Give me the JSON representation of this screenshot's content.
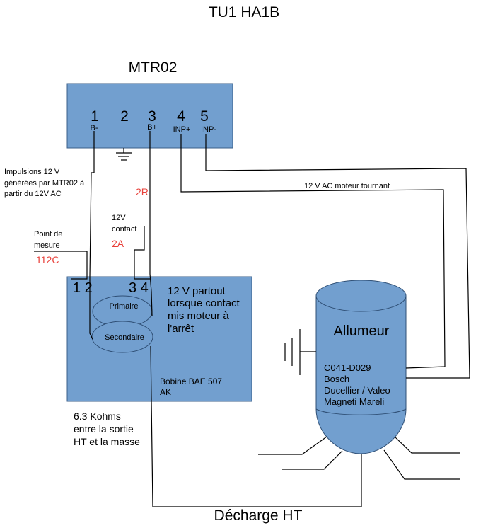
{
  "title": "TU1  HA1B",
  "mtr": {
    "name": "MTR02",
    "pins": [
      "1",
      "2",
      "3",
      "4",
      "5"
    ],
    "sub_labels": [
      "B-",
      "B+",
      "INP+",
      "INP-"
    ]
  },
  "notes": {
    "impulsions": [
      "Impulsions  12 V",
      "générées par MTR02 à",
      "partir du 12V AC"
    ],
    "wire_2r": "2R",
    "contact_12v": [
      "12V",
      "contact"
    ],
    "wire_2a": "2A",
    "point_mesure": [
      "Point de",
      "mesure"
    ],
    "wire_112c": "112C",
    "ac_label": "12 V AC moteur tournant",
    "resistance": [
      "6.3 Kohms",
      "entre la sortie",
      "HT et la masse"
    ],
    "decharge": "Décharge HT"
  },
  "coil": {
    "terminals": [
      "1 2",
      "3 4"
    ],
    "description": [
      "12 V partout",
      "lorsque contact",
      "mis moteur à",
      "l'arrêt"
    ],
    "primaire": "Primaire",
    "secondaire": "Secondaire",
    "model": [
      "Bobine BAE 507",
      "AK"
    ]
  },
  "distributor": {
    "name": "Allumeur",
    "refs": [
      "C041-D029",
      "Bosch",
      "Ducellier / Valeo",
      "Magneti Mareli"
    ]
  },
  "colors": {
    "box_fill": "#729fcf",
    "box_stroke": "#3b5f8a",
    "red_label": "#e8403a"
  }
}
